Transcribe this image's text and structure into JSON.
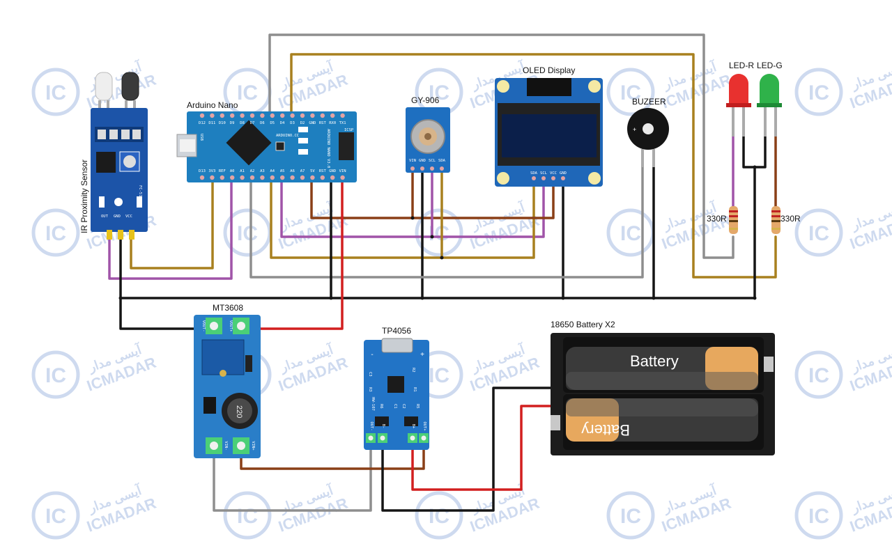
{
  "watermark": {
    "brand": "ICMADAR",
    "logo": "IC",
    "arabic": "آیسی مدار",
    "color": "#c9d6ee"
  },
  "components": {
    "ir_sensor": {
      "label": "IR Proximity Sensor",
      "pins": [
        "OUT",
        "GND",
        "VCC"
      ],
      "chip_text": "FC-51"
    },
    "arduino": {
      "label": "Arduino Nano",
      "board_text": "ARDUINO NANO V3.0",
      "site_text": "ARDUINO.CC",
      "top_pins": [
        "D12",
        "D11",
        "D10",
        "D9",
        "D8",
        "D7",
        "D6",
        "D5",
        "D4",
        "D3",
        "D2",
        "GND",
        "RST",
        "RX0",
        "TX1"
      ],
      "bottom_pins": [
        "D13",
        "3V3",
        "REF",
        "A0",
        "A1",
        "A2",
        "A3",
        "A4",
        "A5",
        "A6",
        "A7",
        "5V",
        "RST",
        "GND",
        "VIN"
      ],
      "usb_text": "USB",
      "icsp_text": "ICSP"
    },
    "gy906": {
      "label": "GY-906",
      "pins": [
        "VIN",
        "GND",
        "SCL",
        "SDA"
      ]
    },
    "oled": {
      "label": "OLED Display",
      "pins": [
        "SDA",
        "SCL",
        "VCC",
        "GND"
      ]
    },
    "buzzer": {
      "label": "BUZEER",
      "plus": "+"
    },
    "led_r": {
      "label": "LED-R",
      "color": "#e8312f"
    },
    "led_g": {
      "label": "LED-G",
      "color": "#2fb24a"
    },
    "res_left": {
      "label": "330R"
    },
    "res_right": {
      "label": "330R"
    },
    "mt3608": {
      "label": "MT3608",
      "pins": [
        "VOUT-",
        "VOUT+",
        "VIN-",
        "VIN+"
      ],
      "inductor": "220"
    },
    "tp4056": {
      "label": "TP4056",
      "pins_top": [
        "-",
        "+"
      ],
      "pins_bottom": [
        "OUT-",
        "B-",
        "B+",
        "OUT+"
      ],
      "parts": [
        "C3",
        "R3",
        "R6",
        "C1",
        "C2",
        "R5",
        "R2",
        "R1",
        "HW-107"
      ]
    },
    "battery": {
      "label": "18650 Battery X2",
      "cell_text": "Battery"
    }
  },
  "wire_colors": {
    "gray": "#8e8e8e",
    "gold": "#a8801f",
    "purple": "#a054a8",
    "brown": "#8a3f17",
    "black": "#151515",
    "red": "#d21f1f"
  }
}
